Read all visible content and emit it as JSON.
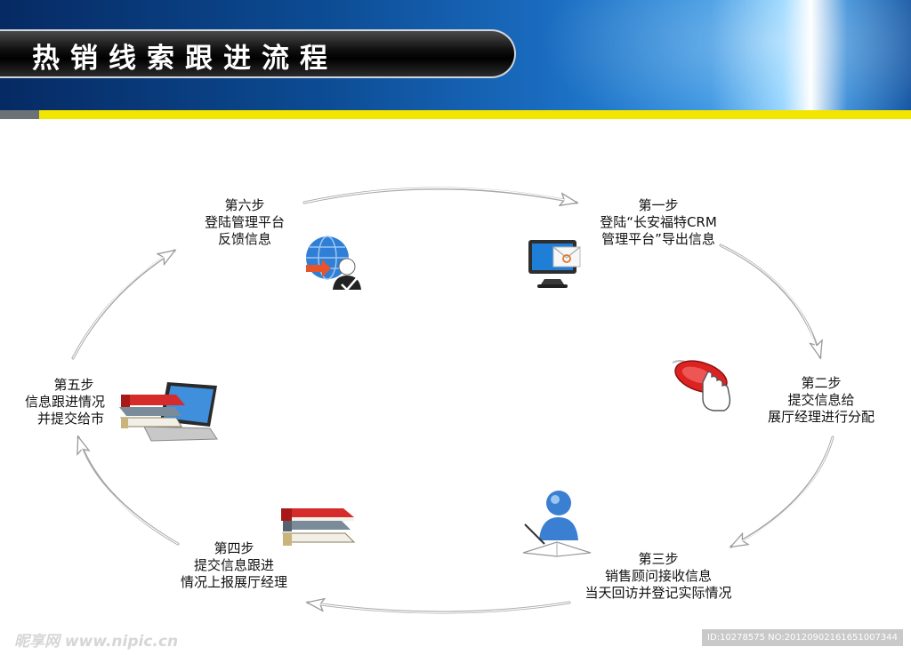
{
  "header": {
    "title": "热销线索跟进流程"
  },
  "steps": [
    {
      "id": "step-1",
      "title": "第一步",
      "lines": [
        "登陆“长安福特CRM",
        "管理平台”导出信息"
      ]
    },
    {
      "id": "step-2",
      "title": "第二步",
      "lines": [
        "提交信息给",
        "展厅经理进行分配"
      ]
    },
    {
      "id": "step-3",
      "title": "第三步",
      "lines": [
        "销售顾问接收信息",
        "当天回访并登记实际情况"
      ]
    },
    {
      "id": "step-4",
      "title": "第四步",
      "lines": [
        "提交信息跟进",
        "情况上报展厅经理"
      ]
    },
    {
      "id": "step-5",
      "title": "第五步",
      "lines": [
        "信息跟进情况",
        "并提交给市"
      ]
    },
    {
      "id": "step-6",
      "title": "第六步",
      "lines": [
        "登陆管理平台",
        "反馈信息"
      ]
    }
  ],
  "icons": {
    "step-1": "monitor-email-icon",
    "step-2": "mouse-hand-icon",
    "step-3": "person-reading-icon",
    "step-4": "books-icon",
    "step-5": "laptop-books-icon",
    "step-6": "globe-user-icon"
  },
  "colors": {
    "header_blue": "#0c4b93",
    "accent_yellow": "#f2e600",
    "arrow_gray": "#9a9a9a"
  },
  "footer": {
    "watermark": "昵享网 www.nipic.cn",
    "image_id": "ID:10278575 NO:20120902161651007344"
  }
}
